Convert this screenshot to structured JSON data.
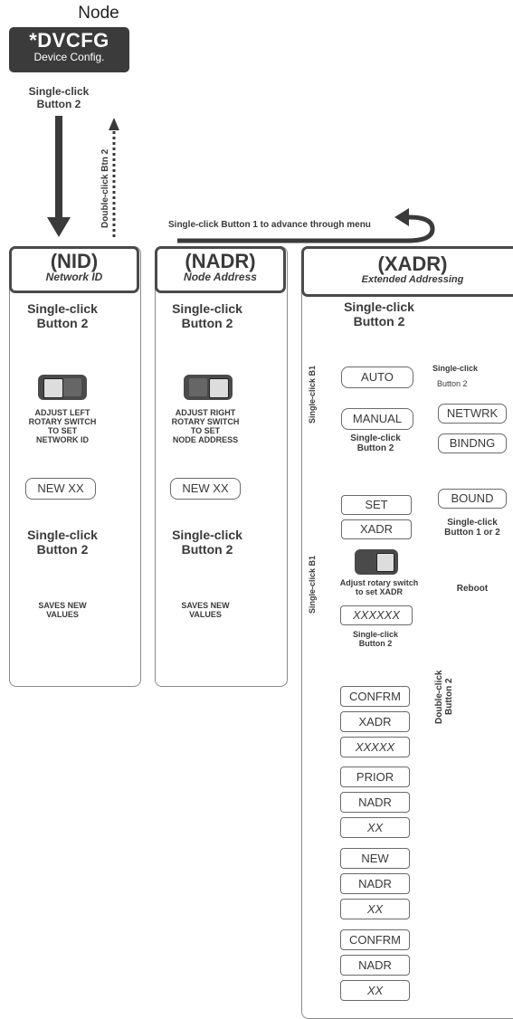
{
  "node_title": "Node",
  "dvcfg": {
    "main": "*DVCFG",
    "sub": "Device Config."
  },
  "start_label": "Single-click\nButton 2",
  "double_click_btn2": "Double-click Btn 2",
  "advance_label": "Single-click Button 1 to advance through menu",
  "nid": {
    "title": "(NID)",
    "subtitle": "Network ID",
    "click1": "Single-click\nButton 2",
    "adjust": "ADJUST LEFT\nROTARY SWITCH\nTO SET\nNETWORK ID",
    "new_box": "NEW XX",
    "click2": "Single-click\nButton 2",
    "saves": "SAVES NEW\nVALUES"
  },
  "nadr": {
    "title": "(NADR)",
    "subtitle": "Node Address",
    "click1": "Single-click\nButton 2",
    "adjust": "ADJUST RIGHT\nROTARY SWITCH\nTO SET\nNODE ADDRESS",
    "new_box": "NEW XX",
    "click2": "Single-click\nButton 2",
    "saves": "SAVES NEW\nVALUES"
  },
  "xadr": {
    "title": "(XADR)",
    "subtitle": "Extended Addressing",
    "click1": "Single-click\nButton 2",
    "auto": "AUTO",
    "manual": "MANUAL",
    "single_click_b1_a": "Single-click B1",
    "single_click_btn2_right": "Single-click",
    "button2_right": "Button 2",
    "netwrk": "NETWRK",
    "bindng": "BINDNG",
    "bound": "BOUND",
    "btn1or2": "Single-click\nButton 1 or 2",
    "reboot": "Reboot",
    "click_manual": "Single-click\nButton 2",
    "set": "SET",
    "xadr_box": "XADR",
    "single_click_b1_b": "Single-click B1",
    "adjust_rotary": "Adjust rotary switch\nto set XADR",
    "xxxxxx": "XXXXXX",
    "click3": "Single-click\nButton 2",
    "double_click_right": "Double-click\nButton 2",
    "confirm_group": [
      "CONFRM",
      "XADR",
      "XXXXX"
    ],
    "prior_group": [
      "PRIOR",
      "NADR",
      "XX"
    ],
    "new_group": [
      "NEW",
      "NADR",
      "XX"
    ],
    "confirm2_group": [
      "CONFRM",
      "NADR",
      "XX"
    ]
  }
}
